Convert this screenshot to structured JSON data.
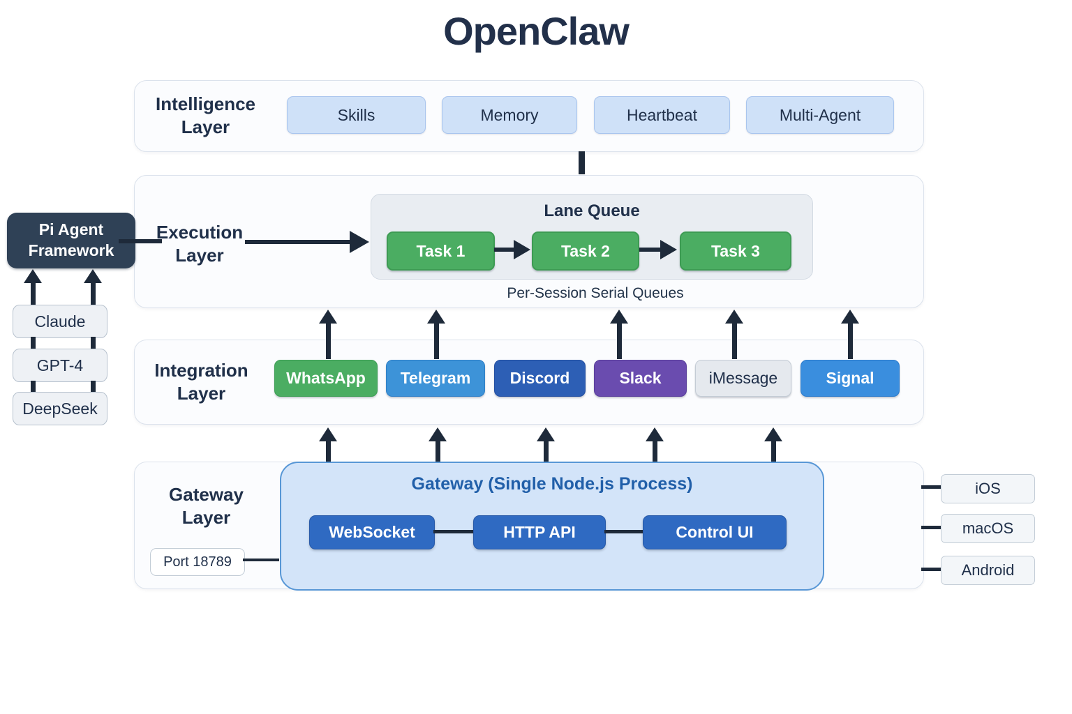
{
  "title": "OpenClaw",
  "agent_stack": {
    "framework": "Pi Agent Framework",
    "models": [
      "Claude",
      "GPT-4",
      "DeepSeek"
    ]
  },
  "layers": {
    "intelligence": {
      "label": "Intelligence Layer",
      "items": [
        "Skills",
        "Memory",
        "Heartbeat",
        "Multi-Agent"
      ]
    },
    "execution": {
      "label": "Execution Layer",
      "queue_title": "Lane Queue",
      "tasks": [
        "Task 1",
        "Task 2",
        "Task 3"
      ],
      "caption": "Per-Session Serial Queues"
    },
    "integration": {
      "label": "Integration Layer",
      "items": [
        {
          "label": "WhatsApp",
          "bg": "#4bad62",
          "border": "#3e9e55",
          "fg": "#ffffff",
          "weight": "700"
        },
        {
          "label": "Telegram",
          "bg": "#3d93d8",
          "border": "#2f7fc6",
          "fg": "#ffffff",
          "weight": "700"
        },
        {
          "label": "Discord",
          "bg": "#2d5fb5",
          "border": "#2550a2",
          "fg": "#ffffff",
          "weight": "700"
        },
        {
          "label": "Slack",
          "bg": "#6a4caf",
          "border": "#5a3f9b",
          "fg": "#ffffff",
          "weight": "700"
        },
        {
          "label": "iMessage",
          "bg": "#e5e9ee",
          "border": "#c4ccd5",
          "fg": "#20304a",
          "weight": "400"
        },
        {
          "label": "Signal",
          "bg": "#3a8ede",
          "border": "#2d7bcb",
          "fg": "#ffffff",
          "weight": "700"
        }
      ]
    },
    "gateway": {
      "label": "Gateway Layer",
      "port_badge": "Port 18789",
      "process_title": "Gateway (Single Node.js Process)",
      "components": [
        "WebSocket",
        "HTTP API",
        "Control UI"
      ]
    }
  },
  "clients": [
    "iOS",
    "macOS",
    "Android"
  ],
  "colors": {
    "connector_line": "#1e2a3a",
    "framework_bg": "#2f4156",
    "task_green": "#4bad62",
    "intelligence_chip_bg": "#cfe1f8",
    "gateway_box_bg": "#d3e4f9",
    "gateway_component_bg": "#2f6ac2",
    "gateway_title_text": "#215fa9",
    "heading_text": "#22304a"
  }
}
